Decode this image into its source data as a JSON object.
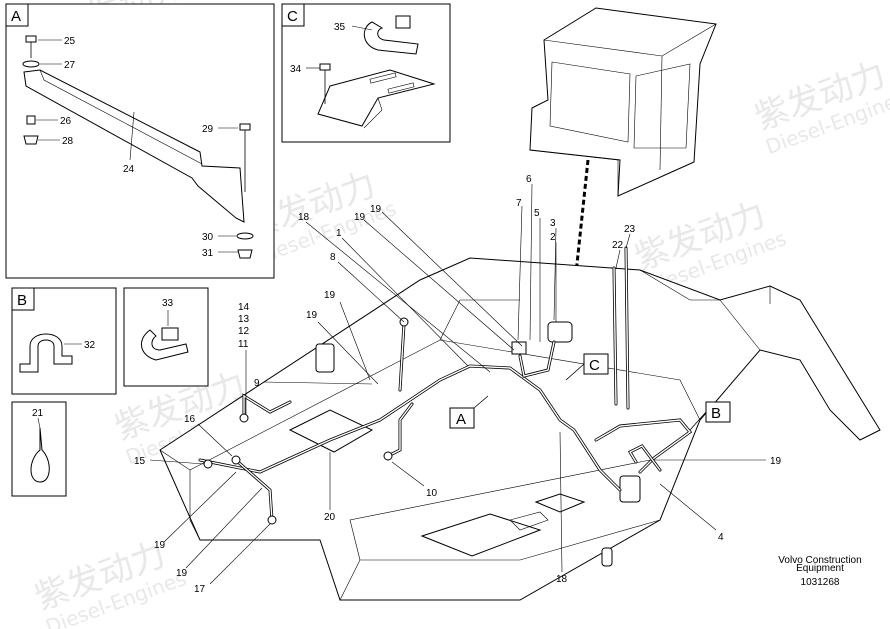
{
  "watermark": {
    "brand_cn": "紫发动力",
    "brand_en": "Diesel-Engines"
  },
  "insets": {
    "A": {
      "letter": "A",
      "callouts": [
        "25",
        "27",
        "26",
        "28",
        "24",
        "29",
        "30",
        "31"
      ]
    },
    "B": {
      "letter": "B",
      "callouts": [
        "32"
      ]
    },
    "C": {
      "letter": "C",
      "callouts": [
        "35",
        "34"
      ]
    },
    "D": {
      "callouts": [
        "33"
      ]
    },
    "E": {
      "callouts": [
        "21"
      ]
    }
  },
  "main": {
    "flags": {
      "A": "A",
      "B": "B",
      "C": "C"
    },
    "callouts": {
      "c18a": "18",
      "c1": "1",
      "c19a": "19",
      "c19b": "19",
      "c8": "8",
      "c7": "7",
      "c6": "6",
      "c5": "5",
      "c3": "3",
      "c2": "2",
      "c22": "22",
      "c23": "23",
      "c14": "14",
      "c13": "13",
      "c12": "12",
      "c11": "11",
      "c19c": "19",
      "c19d": "19",
      "c9": "9",
      "c16": "16",
      "c15": "15",
      "c10": "10",
      "c20": "20",
      "c19e": "19",
      "c19f": "19",
      "c17": "17",
      "c18b": "18",
      "c19g": "19",
      "c4": "4"
    }
  },
  "footer": {
    "line1": "Volvo Construction",
    "line2": "Equipment",
    "number": "1031268"
  }
}
